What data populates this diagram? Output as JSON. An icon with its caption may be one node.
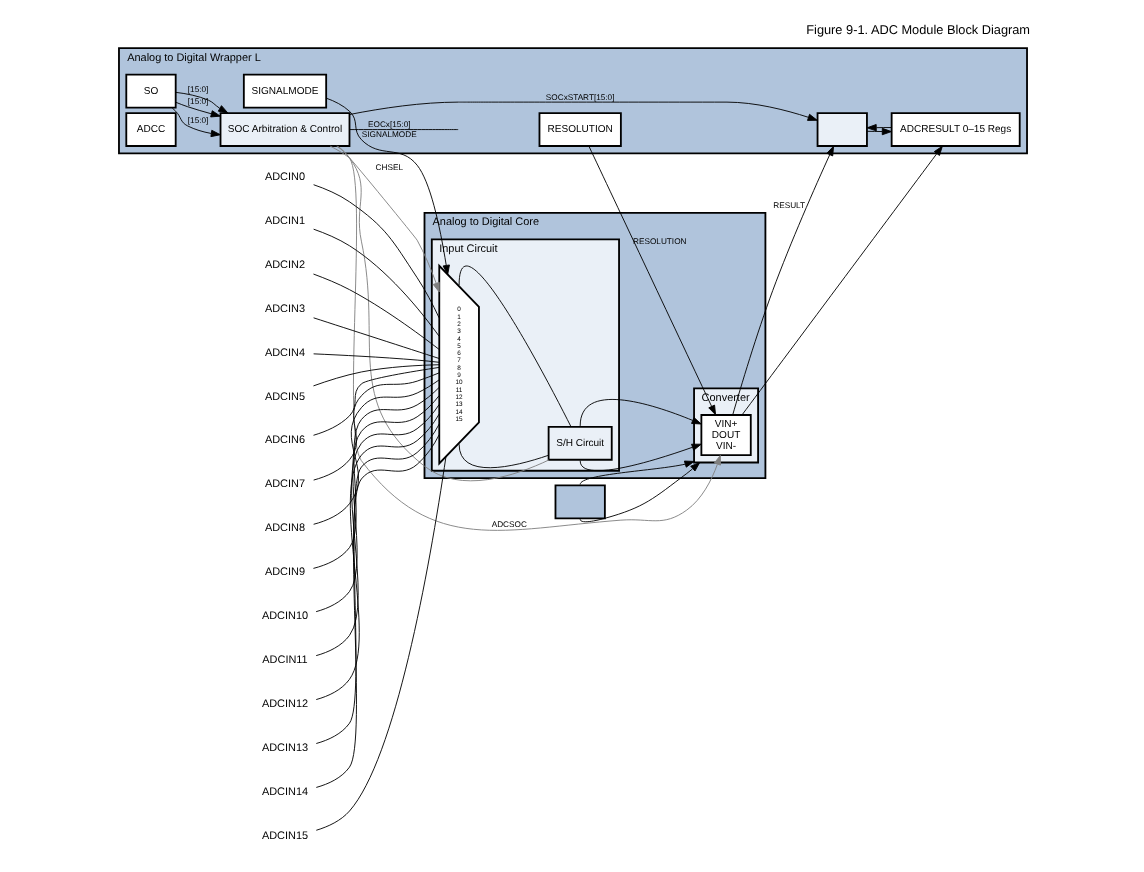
{
  "diagram": {
    "title": "Figure 9-1. ADC Module Block Diagram",
    "nodes": [
      {
        "text": [
          "Analog to Digital Core"
        ]
      },
      {
        "text": [
          "Input Circuit"
        ],
        "in": 0
      },
      {
        "text": [
          "0",
          "1",
          "2",
          "3",
          "4",
          "5",
          "6",
          "7",
          "8",
          "9",
          "10",
          "11",
          "12",
          "13",
          "14",
          "15"
        ],
        "in": 1
      },
      {
        "text": [
          "S/H Circuit"
        ],
        "in": 1
      },
      {
        "text": [
          "Converter"
        ],
        "in": 0
      },
      {
        "text": [
          "VIN+",
          "DOUT",
          "VIN-"
        ],
        "in": 4
      },
      {
        "text": [
          "Analog to Digital Wrapper L"
        ]
      },
      {
        "text": [
          "SIGNALMODE"
        ],
        "in": 6
      },
      {
        "text": [
          "RESOLUTION"
        ],
        "in": 6
      },
      {
        "text": [
          "SOC Arbitration & Control"
        ],
        "in": 6
      },
      {
        "text": [
          "SO"
        ],
        "in": 6
      },
      {
        "text": [
          "ADCC"
        ],
        "in": 6
      },
      {
        "text": [],
        "shape": "box",
        "in": 6
      },
      {
        "text": [
          "ADCRESULT 0–15 Regs"
        ],
        "in": 6
      },
      {
        "text": [],
        "shape": "box"
      },
      {
        "text": [
          "ADCIN0"
        ]
      },
      {
        "text": [
          "ADCIN1"
        ]
      },
      {
        "text": [
          "ADCIN2"
        ]
      },
      {
        "text": [
          "ADCIN3"
        ]
      },
      {
        "text": [
          "ADCIN4"
        ]
      },
      {
        "text": [
          "ADCIN5"
        ]
      },
      {
        "text": [
          "ADCIN6"
        ]
      },
      {
        "text": [
          "ADCIN7"
        ]
      },
      {
        "text": [
          "ADCIN8"
        ]
      },
      {
        "text": [
          "ADCIN9"
        ]
      },
      {
        "text": [
          "ADCIN10"
        ]
      },
      {
        "text": [
          "ADCIN11"
        ]
      },
      {
        "text": [
          "ADCIN12"
        ]
      },
      {
        "text": [
          "ADCIN13"
        ]
      },
      {
        "text": [
          "ADCIN14"
        ]
      },
      {
        "text": [
          "ADCIN15"
        ]
      }
    ],
    "edges": [
      {
        "from": 15,
        "to": 2,
        "arrow": "none"
      },
      {
        "from": 16,
        "to": 2,
        "arrow": "none"
      },
      {
        "from": 17,
        "to": 2,
        "arrow": "none"
      },
      {
        "from": 18,
        "to": 2,
        "arrow": "none"
      },
      {
        "from": 19,
        "to": 2,
        "arrow": "none"
      },
      {
        "from": 20,
        "to": 2,
        "arrow": "none"
      },
      {
        "from": 21,
        "to": 2,
        "arrow": "none"
      },
      {
        "from": 22,
        "to": 2,
        "arrow": "none"
      },
      {
        "from": 23,
        "to": 2,
        "arrow": "none"
      },
      {
        "from": 24,
        "to": 2,
        "arrow": "none"
      },
      {
        "from": 25,
        "to": 2,
        "arrow": "none"
      },
      {
        "from": 26,
        "to": 2,
        "arrow": "none"
      },
      {
        "from": 27,
        "to": 2,
        "arrow": "none"
      },
      {
        "from": 28,
        "to": 2,
        "arrow": "none"
      },
      {
        "from": 29,
        "to": 2,
        "arrow": "none"
      },
      {
        "from": 30,
        "to": 2,
        "arrow": "none"
      },
      {
        "from": 7,
        "to": 2,
        "arrow": "to",
        "label": "SIGNALMODE"
      },
      {
        "from": 8,
        "to": 5,
        "arrow": "to",
        "label": "RESOLUTION"
      },
      {
        "from": 9,
        "to": 2,
        "arrow": "to",
        "label": "CHSEL",
        "color": "#808080"
      },
      {
        "from": 9,
        "to": 5,
        "arrow": "to",
        "label": "ADCSOC",
        "color": "#808080"
      },
      {
        "from": 9,
        "to": 3,
        "arrow": "none",
        "color": "#808080"
      },
      {
        "from": 2,
        "to": 3,
        "arrow": "none"
      },
      {
        "from": 2,
        "to": 3,
        "arrow": "none"
      },
      {
        "from": 3,
        "to": 5,
        "arrow": "to"
      },
      {
        "from": 3,
        "to": 5,
        "arrow": "to"
      },
      {
        "from": 5,
        "to": 12,
        "arrow": "to",
        "label": "RESULT"
      },
      {
        "from": 5,
        "to": 13,
        "arrow": "to"
      },
      {
        "from": 10,
        "to": 9,
        "arrow": "to",
        "label": "[15:0]"
      },
      {
        "from": 10,
        "to": 9,
        "arrow": "to",
        "label": "[15:0]"
      },
      {
        "from": 10,
        "to": 9,
        "arrow": "to",
        "label": "[15:0]"
      },
      {
        "from": 9,
        "to": null,
        "arrow": "none",
        "label": "EOCx[15:0]"
      },
      {
        "from": 9,
        "to": 12,
        "arrow": "to",
        "label": "SOCxSTART[15:0]"
      },
      {
        "from": 12,
        "to": 13,
        "arrow": "to"
      },
      {
        "from": 13,
        "to": 12,
        "arrow": "to"
      },
      {
        "from": 14,
        "to": 4,
        "arrow": "to"
      },
      {
        "from": 14,
        "to": 4,
        "arrow": "to"
      }
    ]
  }
}
